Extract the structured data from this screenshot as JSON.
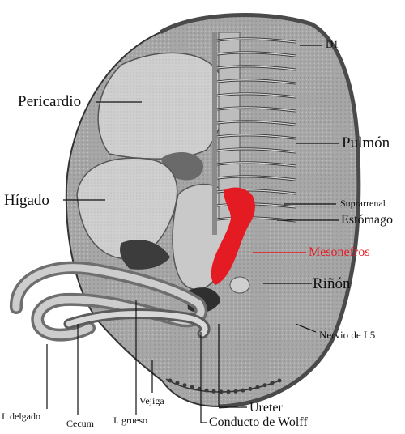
{
  "labels": {
    "d1": "D1",
    "pericardio": "Pericardio",
    "pulmon": "Pulmón",
    "higado": "Hígado",
    "suprarrenal": "Suprarrenal",
    "estomago": "Estómago",
    "mesonefros": "Mesonefros",
    "rinon": "Riñón",
    "nervio_l5": "Nervio de L5",
    "ureter": "Ureter",
    "conducto_wolff": "Conducto de Wolff",
    "vejiga": "Vejiga",
    "i_grueso": "I. grueso",
    "cecum": "Cecum",
    "i_delgado": "I. delgado"
  },
  "colors": {
    "highlight": "#e51b24",
    "tissue": "#a9a9a9",
    "tissue_dark": "#5f5f5f",
    "line": "#111111"
  }
}
